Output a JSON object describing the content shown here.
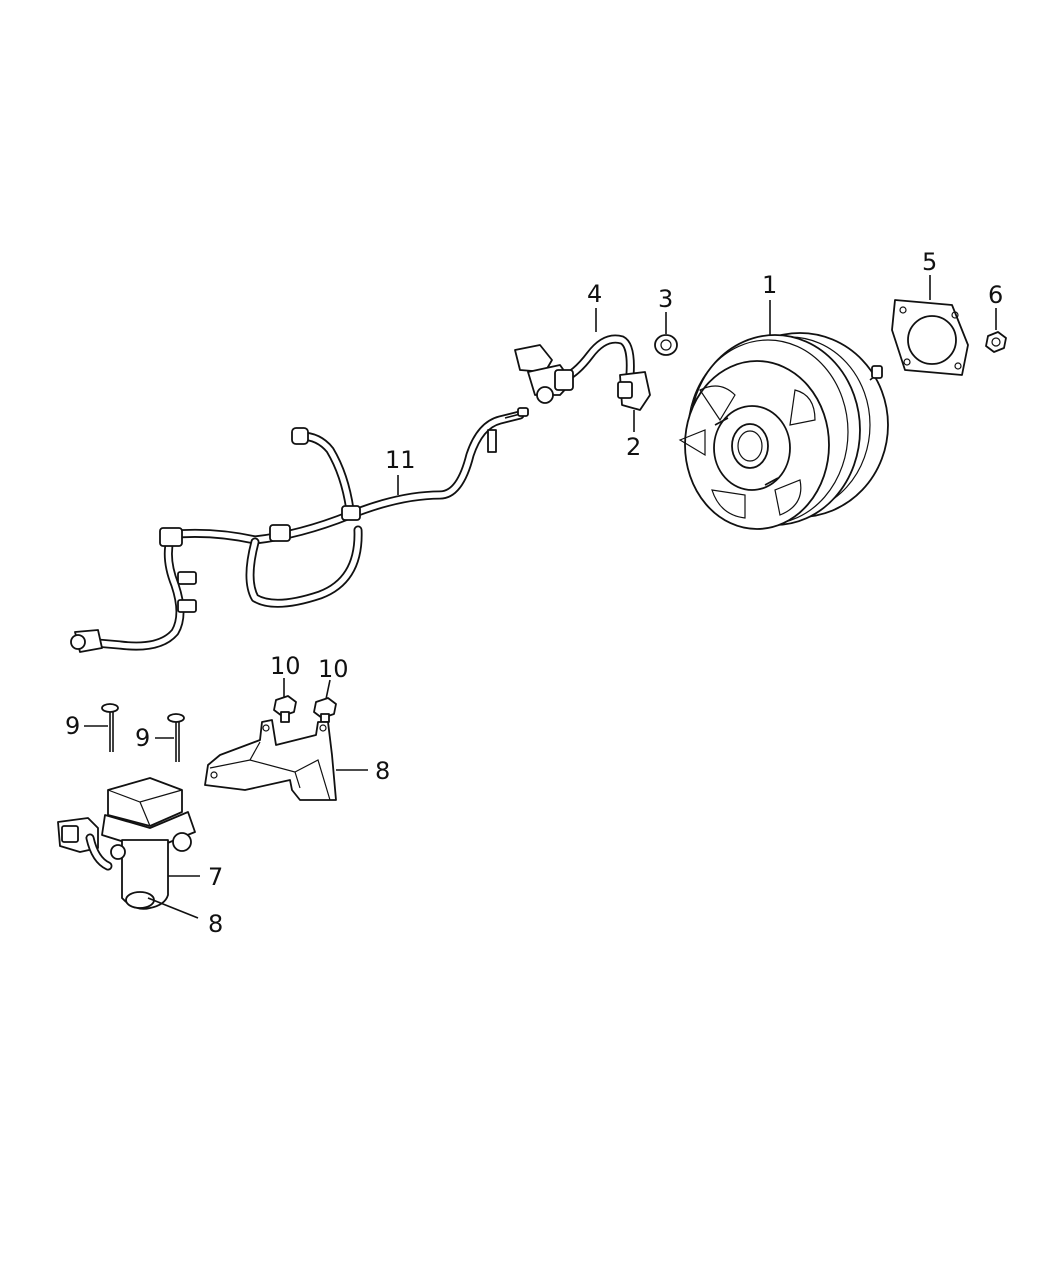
{
  "callouts": {
    "c1": "1",
    "c2": "2",
    "c3": "3",
    "c4": "4",
    "c5": "5",
    "c6": "6",
    "c7": "7",
    "c8a": "8",
    "c8b": "8",
    "c9a": "9",
    "c9b": "9",
    "c10a": "10",
    "c10b": "10",
    "c11": "11"
  },
  "colors": {
    "line": "#111111",
    "background": "#ffffff"
  }
}
